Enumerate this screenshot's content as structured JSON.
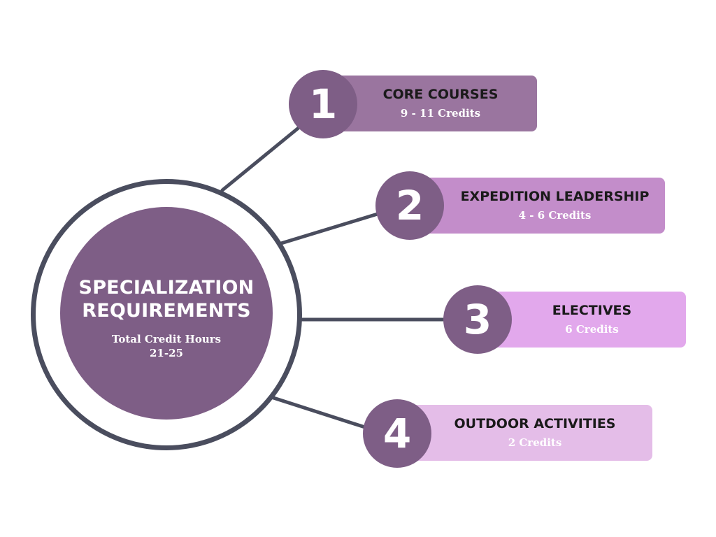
{
  "hub": {
    "title_line1": "SPECIALIZATION",
    "title_line2": "REQUIREMENTS",
    "subtitle_line1": "Total Credit Hours",
    "subtitle_line2": "21-25"
  },
  "items": [
    {
      "number": "1",
      "title": "CORE COURSES",
      "credits": "9 - 11 Credits"
    },
    {
      "number": "2",
      "title": "EXPEDITION LEADERSHIP",
      "credits": "4 - 6 Credits"
    },
    {
      "number": "3",
      "title": "ELECTIVES",
      "credits": "6 Credits"
    },
    {
      "number": "4",
      "title": "OUTDOOR ACTIVITIES",
      "credits": "2 Credits"
    }
  ],
  "colors": {
    "hub_fill": "#7e5e86",
    "ring_and_connectors": "#4a4d5e",
    "bar_1": "#9a759f",
    "bar_2": "#c38dca",
    "bar_3": "#e2a8ec",
    "bar_4": "#e4bde8"
  }
}
